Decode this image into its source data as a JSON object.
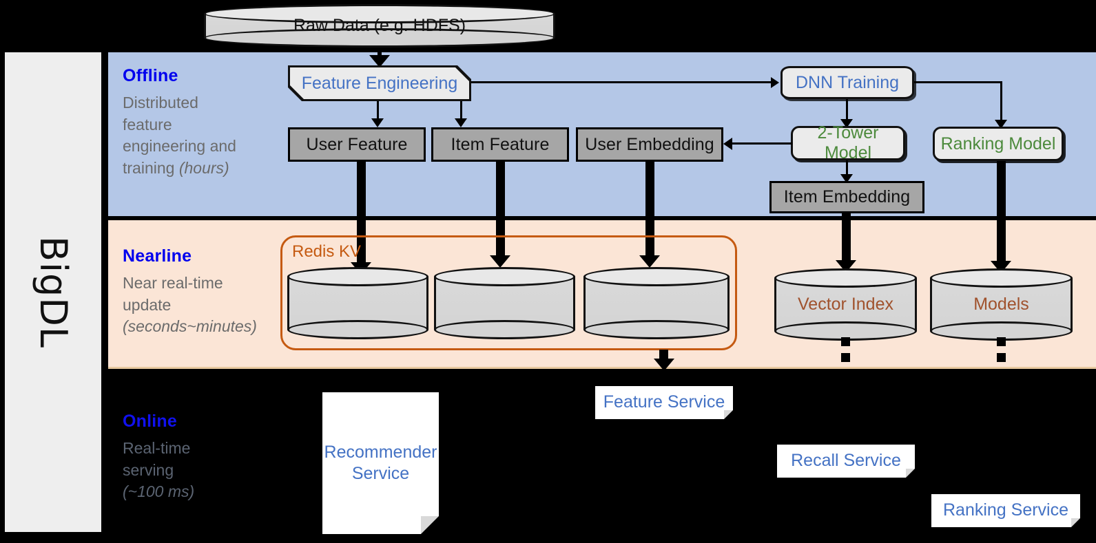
{
  "rail": {
    "label": "BigDL"
  },
  "sections": [
    {
      "id": "offline",
      "title": "Offline",
      "subtitle_lines": [
        "Distributed",
        "feature",
        "engineering and",
        "training "
      ],
      "subtitle_italic": "(hours)"
    },
    {
      "id": "nearline",
      "title": "Nearline",
      "subtitle_lines": [
        "Near real-time",
        "update"
      ],
      "subtitle_italic": "(seconds~minutes)"
    },
    {
      "id": "online",
      "title": "Online",
      "subtitle_lines": [
        "Real-time",
        "serving"
      ],
      "subtitle_italic": "(~100 ms)"
    }
  ],
  "nodes": {
    "raw_data": "Raw Data (e.g. HDFS)",
    "feature_engineering": "Feature Engineering",
    "dnn_training": "DNN Training",
    "user_feature": "User Feature",
    "item_feature": "Item Feature",
    "user_embedding": "User Embedding",
    "two_tower_model": "2-Tower Model",
    "ranking_model": "Ranking Model",
    "item_embedding": "Item Embedding",
    "redis_kv": "Redis KV",
    "kv_store_1": "",
    "kv_store_2": "",
    "kv_store_3": "",
    "vector_index": "Vector Index",
    "models": "Models",
    "feature_service": "Feature Service",
    "recommender_service": "Recommender Service",
    "recall_service": "Recall Service",
    "ranking_service": "Ranking Service"
  },
  "colors": {
    "offline_band": "#b4c7e7",
    "nearline_band": "#fbe5d6",
    "online_band": "#000000",
    "rail": "#eeeeee",
    "section_title": "#0000ee",
    "section_subtitle": "#6b6b6b",
    "blue_text": "#4472c4",
    "green_text": "#4c8a3c",
    "orange_text": "#c55a11",
    "grey_box": "#a6a6a6",
    "light_box": "#ebebeb"
  }
}
